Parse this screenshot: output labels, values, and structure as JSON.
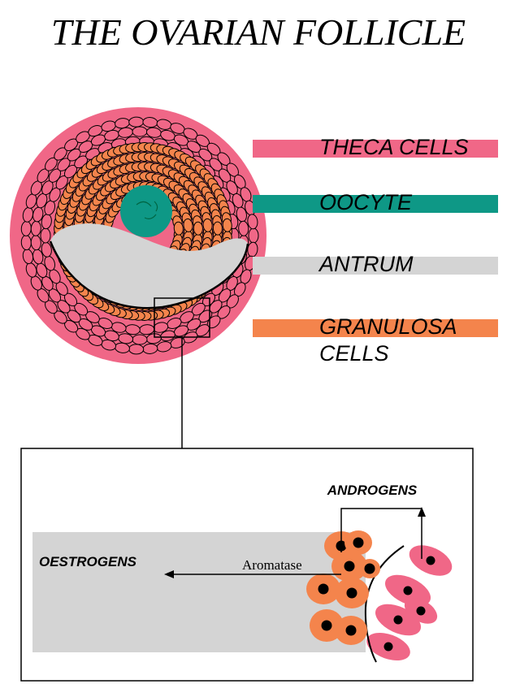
{
  "title": "THE OVARIAN FOLLICLE",
  "legend": [
    {
      "label": "THECA CELLS",
      "color": "#f06787"
    },
    {
      "label": "OOCYTE",
      "color": "#0e9886"
    },
    {
      "label": "ANTRUM",
      "color": "#d4d4d4"
    },
    {
      "label": "GRANULOSA",
      "label2": "CELLS",
      "color": "#f4844c"
    }
  ],
  "inset": {
    "androgens": "ANDROGENS",
    "oestrogens": "OESTROGENS",
    "enzyme": "Aromatase"
  },
  "colors": {
    "theca": "#f06787",
    "theca_circle": "#f06787",
    "granulosa": "#f4844c",
    "oocyte": "#0e9886",
    "antrum": "#d4d4d4",
    "nucleus": "#000000",
    "outline": "#000000"
  }
}
